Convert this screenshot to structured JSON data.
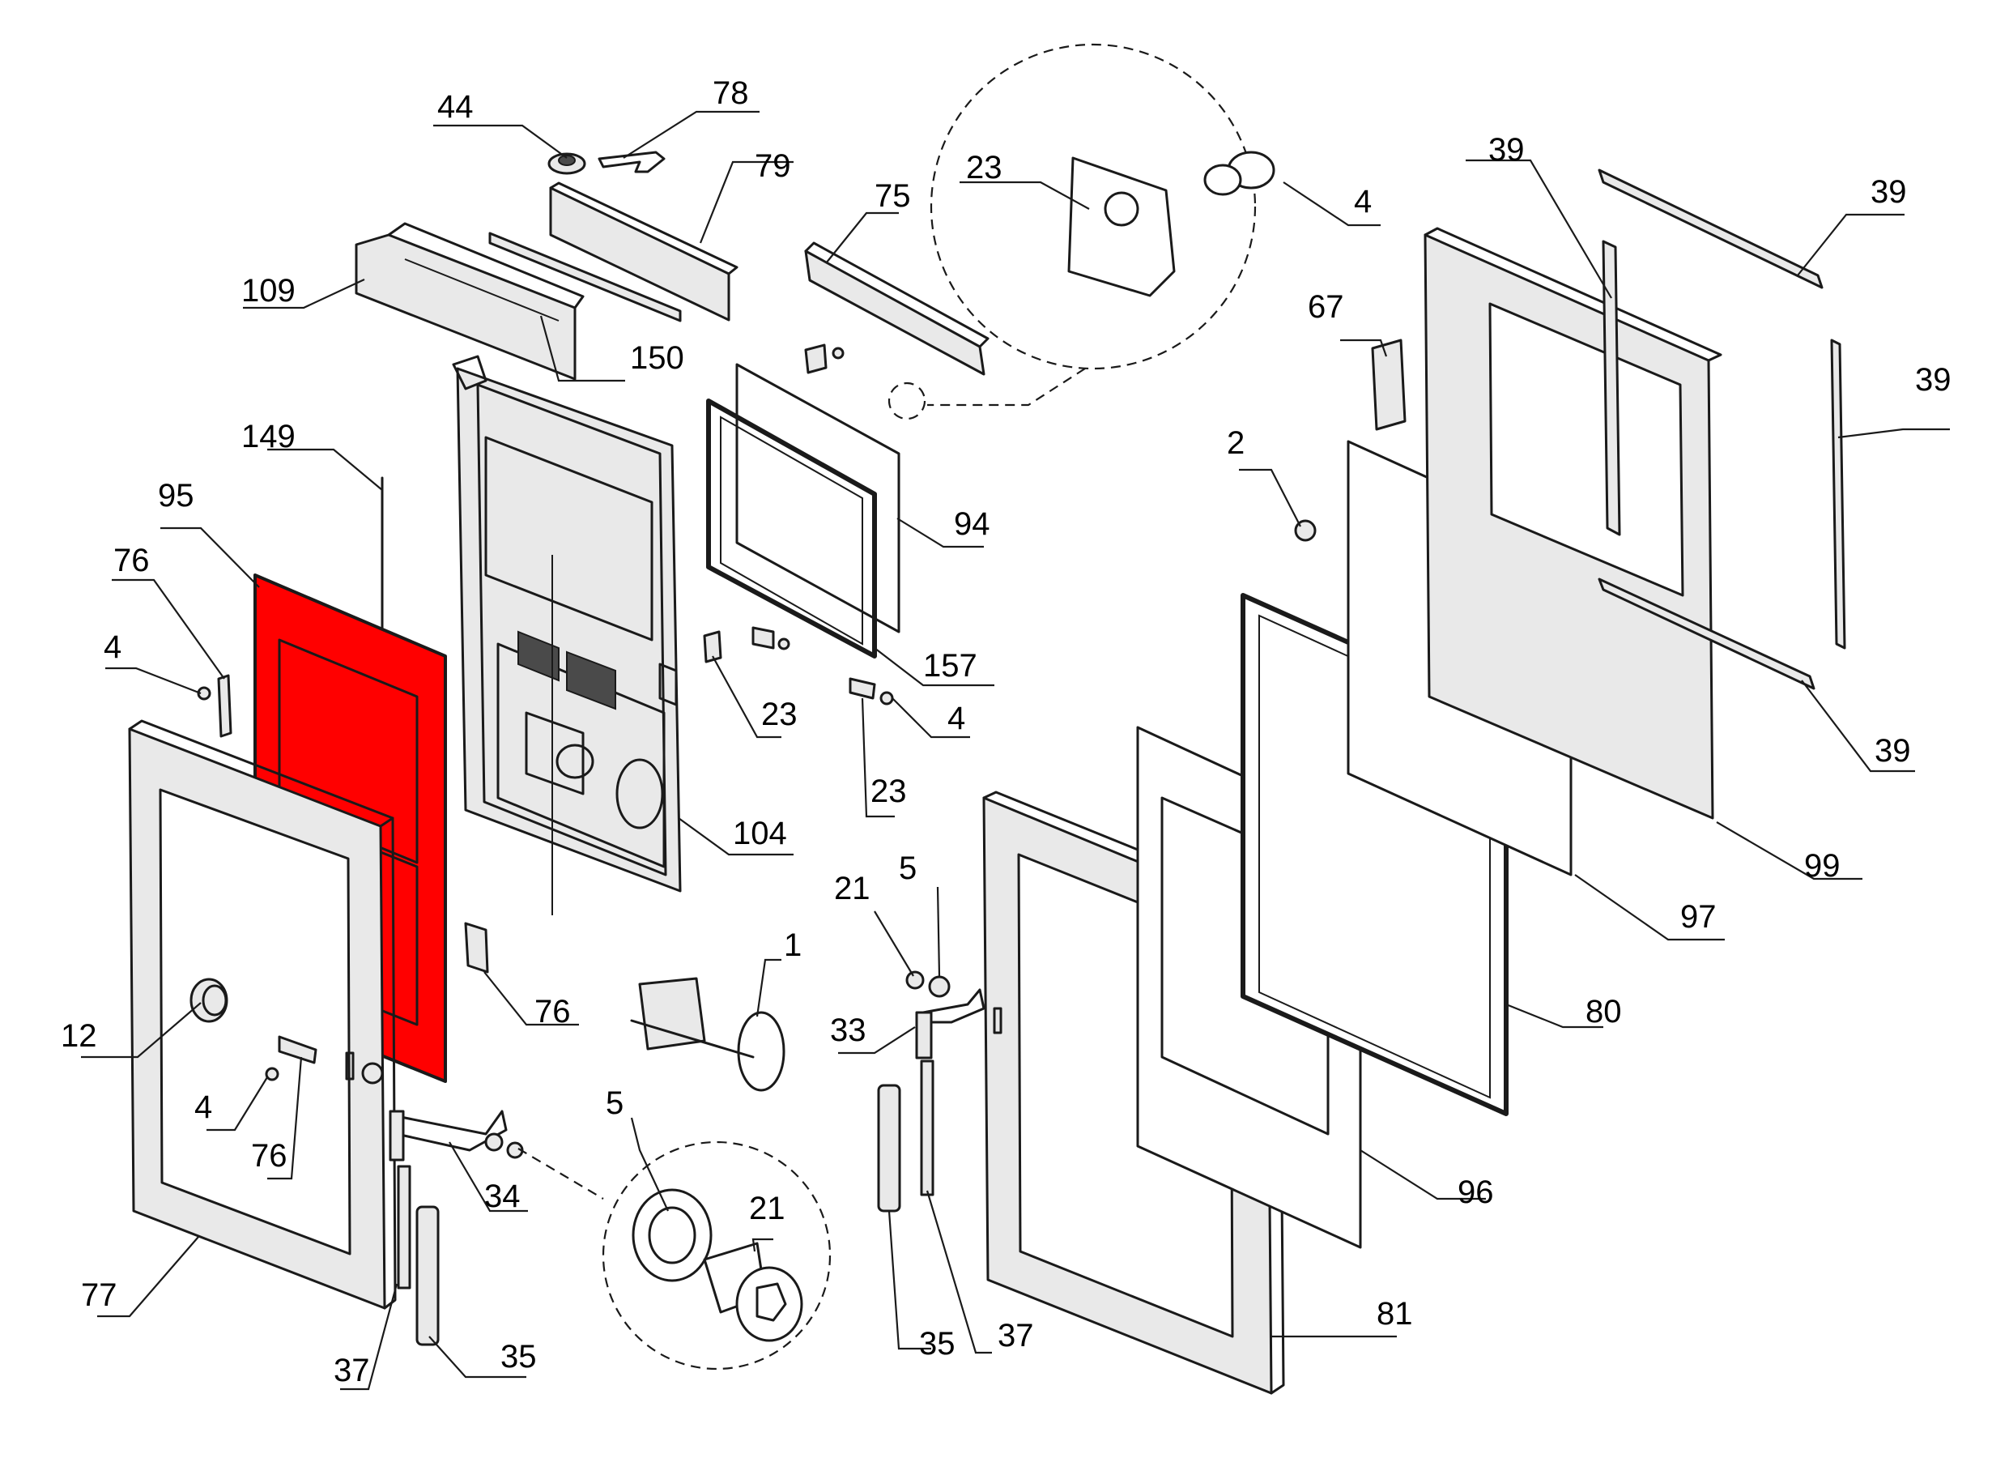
{
  "diagram": {
    "highlight_color": "#ff0000",
    "highlighted_part": "95",
    "callouts": [
      {
        "id": "c44",
        "label": "44"
      },
      {
        "id": "c78",
        "label": "78"
      },
      {
        "id": "c79",
        "label": "79"
      },
      {
        "id": "c75",
        "label": "75"
      },
      {
        "id": "c23a",
        "label": "23"
      },
      {
        "id": "c4a",
        "label": "4"
      },
      {
        "id": "c39a",
        "label": "39"
      },
      {
        "id": "c39b",
        "label": "39"
      },
      {
        "id": "c39c",
        "label": "39"
      },
      {
        "id": "c39d",
        "label": "39"
      },
      {
        "id": "c109",
        "label": "109"
      },
      {
        "id": "c150",
        "label": "150"
      },
      {
        "id": "c67",
        "label": "67"
      },
      {
        "id": "c149",
        "label": "149"
      },
      {
        "id": "c2",
        "label": "2"
      },
      {
        "id": "c95",
        "label": "95"
      },
      {
        "id": "c94",
        "label": "94"
      },
      {
        "id": "c76a",
        "label": "76"
      },
      {
        "id": "c4b",
        "label": "4"
      },
      {
        "id": "c157",
        "label": "157"
      },
      {
        "id": "c23b",
        "label": "23"
      },
      {
        "id": "c4c",
        "label": "4"
      },
      {
        "id": "c23c",
        "label": "23"
      },
      {
        "id": "c104",
        "label": "104"
      },
      {
        "id": "c99",
        "label": "99"
      },
      {
        "id": "c97",
        "label": "97"
      },
      {
        "id": "c21a",
        "label": "21"
      },
      {
        "id": "c5a",
        "label": "5"
      },
      {
        "id": "c1",
        "label": "1"
      },
      {
        "id": "c76b",
        "label": "76"
      },
      {
        "id": "c12",
        "label": "12"
      },
      {
        "id": "c33",
        "label": "33"
      },
      {
        "id": "c80",
        "label": "80"
      },
      {
        "id": "c4d",
        "label": "4"
      },
      {
        "id": "c5b",
        "label": "5"
      },
      {
        "id": "c76c",
        "label": "76"
      },
      {
        "id": "c34",
        "label": "34"
      },
      {
        "id": "c21b",
        "label": "21"
      },
      {
        "id": "c96",
        "label": "96"
      },
      {
        "id": "c77",
        "label": "77"
      },
      {
        "id": "c81",
        "label": "81"
      },
      {
        "id": "c37a",
        "label": "37"
      },
      {
        "id": "c35a",
        "label": "35"
      },
      {
        "id": "c35b",
        "label": "35"
      },
      {
        "id": "c37b",
        "label": "37"
      }
    ]
  }
}
